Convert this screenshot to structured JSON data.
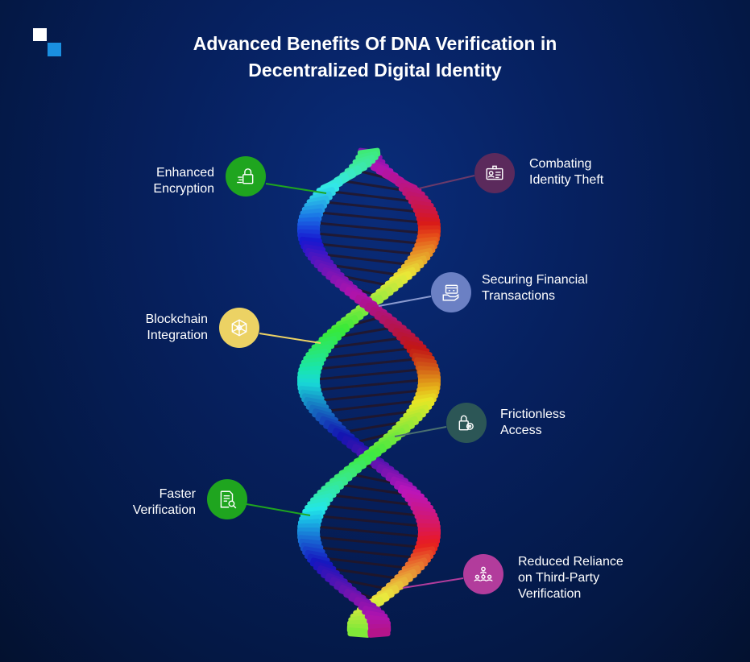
{
  "title_line1": "Advanced Benefits Of DNA Verification in",
  "title_line2": "Decentralized Digital Identity",
  "benefits": [
    {
      "line1": "Enhanced",
      "line2": "Encryption",
      "icon": "lock-icon",
      "color": "#1fa51f"
    },
    {
      "line1": "Combating",
      "line2": "Identity Theft",
      "icon": "id-card-icon",
      "color": "#5b2a5c"
    },
    {
      "line1": "Securing Financial",
      "line2": "Transactions",
      "icon": "card-hand-icon",
      "color": "#6b80c4"
    },
    {
      "line1": "Blockchain",
      "line2": "Integration",
      "icon": "blockchain-icon",
      "color": "#ecd264"
    },
    {
      "line1": "Frictionless",
      "line2": "Access",
      "icon": "lock-gear-icon",
      "color": "#2c5656"
    },
    {
      "line1": "Faster",
      "line2": "Verification",
      "icon": "document-search-icon",
      "color": "#1fa51f"
    },
    {
      "line1": "Reduced Reliance",
      "line2": "on Third-Party",
      "line3": "Verification",
      "icon": "network-users-icon",
      "color": "#b23c9c"
    }
  ]
}
